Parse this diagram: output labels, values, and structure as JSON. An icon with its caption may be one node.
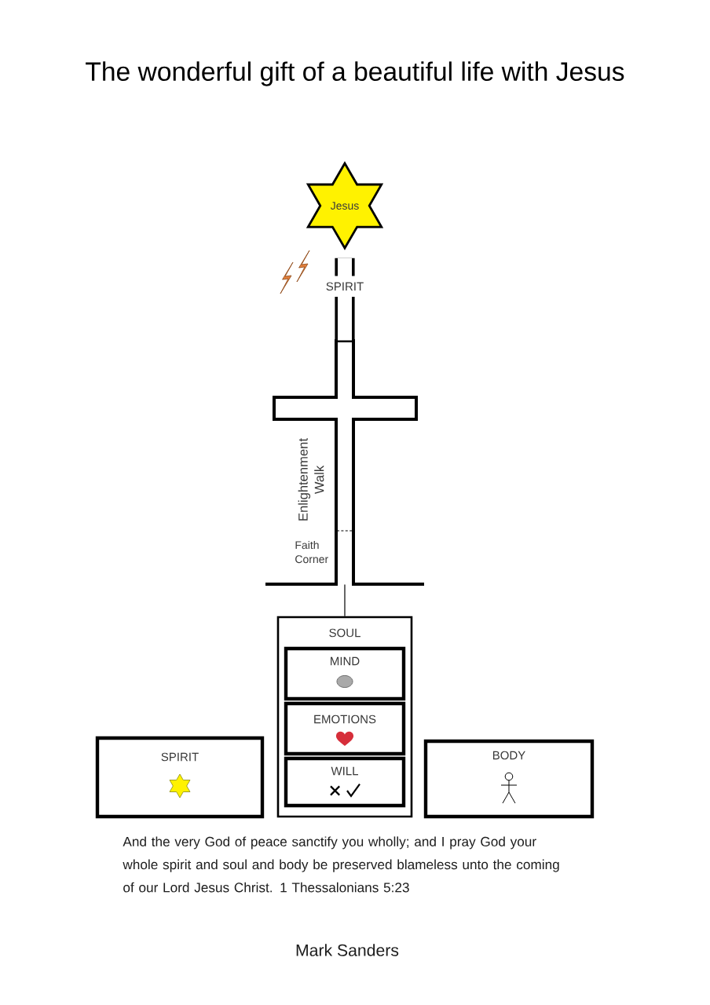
{
  "diagram": {
    "title": "The wonderful gift of a beautiful life with Jesus",
    "nodes": [
      {
        "text": [
          "Jesus"
        ]
      },
      {
        "text": [],
        "shape": "cross"
      },
      {
        "text": [
          "SOUL"
        ]
      },
      {
        "text": [
          "MIND"
        ],
        "in": 2
      },
      {
        "text": [
          "EMOTIONS"
        ],
        "in": 2
      },
      {
        "text": [
          "WILL"
        ],
        "in": 2
      },
      {
        "text": [
          "SPIRIT"
        ]
      },
      {
        "text": [
          "BODY"
        ]
      }
    ],
    "edges": [
      {
        "from": 0,
        "to": 1,
        "arrow": "none",
        "label": "SPIRIT",
        "style": "thick"
      },
      {
        "from": 1,
        "to": 2,
        "arrow": "none"
      }
    ],
    "labels": [
      "Enlightenment Walk",
      "Faith Corner",
      "And the very God of peace sanctify you wholly; and I pray God your whole spirit and soul and body be preserved blameless unto the coming of our Lord Jesus Christ. 1 Thessalonians 5:23",
      "Mark Sanders"
    ]
  }
}
